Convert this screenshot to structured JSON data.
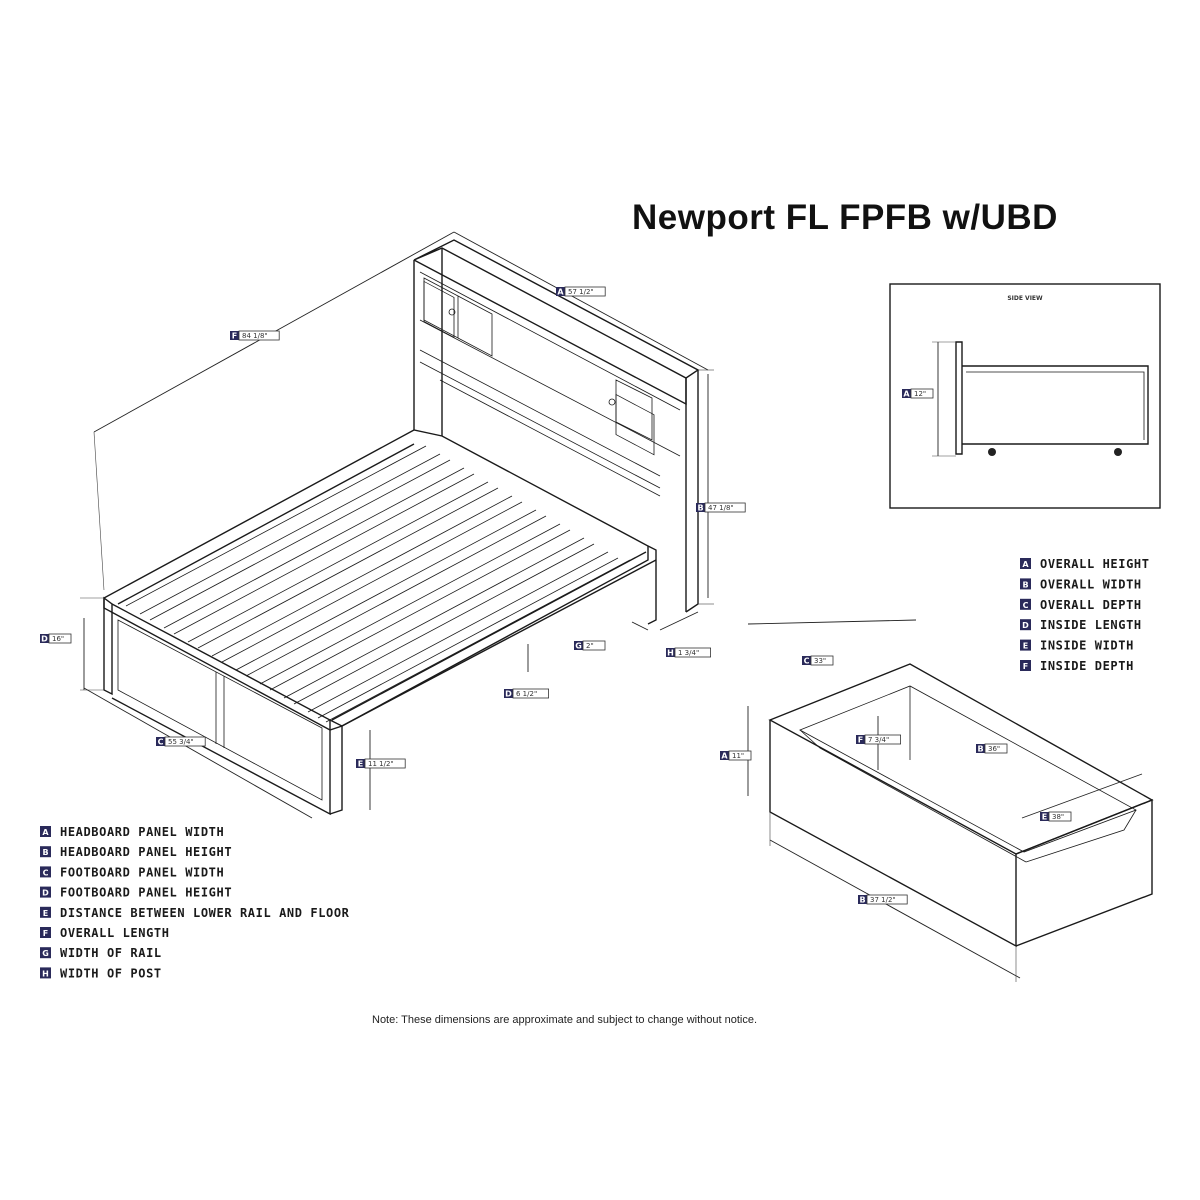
{
  "title": "Newport FL FPFB w/UBD",
  "note": "Note: These dimensions are approximate and subject to change without notice.",
  "inset_label": "SIDE VIEW",
  "bed_dimensions": [
    {
      "letter": "A",
      "value": "57 1/2\""
    },
    {
      "letter": "F",
      "value": "84 1/8\""
    },
    {
      "letter": "B",
      "value": "47 1/8\""
    },
    {
      "letter": "D",
      "value": "16\""
    },
    {
      "letter": "G",
      "value": "2\""
    },
    {
      "letter": "H",
      "value": "1 3/4\""
    },
    {
      "letter": "D",
      "value": "6 1/2\""
    },
    {
      "letter": "C",
      "value": "55 3/4\""
    },
    {
      "letter": "E",
      "value": "11 1/2\""
    }
  ],
  "inset_dimensions": [
    {
      "letter": "A",
      "value": "12\""
    }
  ],
  "drawer_dimensions": [
    {
      "letter": "C",
      "value": "33\""
    },
    {
      "letter": "A",
      "value": "11\""
    },
    {
      "letter": "F",
      "value": "7 3/4\""
    },
    {
      "letter": "B",
      "value": "36\""
    },
    {
      "letter": "E",
      "value": "38\""
    },
    {
      "letter": "B",
      "value": "37 1/2\""
    }
  ],
  "legend_bed": [
    {
      "letter": "A",
      "label": "HEADBOARD PANEL WIDTH"
    },
    {
      "letter": "B",
      "label": "HEADBOARD PANEL HEIGHT"
    },
    {
      "letter": "C",
      "label": "FOOTBOARD PANEL WIDTH"
    },
    {
      "letter": "D",
      "label": "FOOTBOARD PANEL HEIGHT"
    },
    {
      "letter": "E",
      "label": "DISTANCE BETWEEN LOWER RAIL AND FLOOR"
    },
    {
      "letter": "F",
      "label": "OVERALL LENGTH"
    },
    {
      "letter": "G",
      "label": "WIDTH OF RAIL"
    },
    {
      "letter": "H",
      "label": "WIDTH OF POST"
    }
  ],
  "legend_drawer": [
    {
      "letter": "A",
      "label": "OVERALL HEIGHT"
    },
    {
      "letter": "B",
      "label": "OVERALL WIDTH"
    },
    {
      "letter": "C",
      "label": "OVERALL DEPTH"
    },
    {
      "letter": "D",
      "label": "INSIDE LENGTH"
    },
    {
      "letter": "E",
      "label": "INSIDE WIDTH"
    },
    {
      "letter": "F",
      "label": "INSIDE DEPTH"
    }
  ]
}
